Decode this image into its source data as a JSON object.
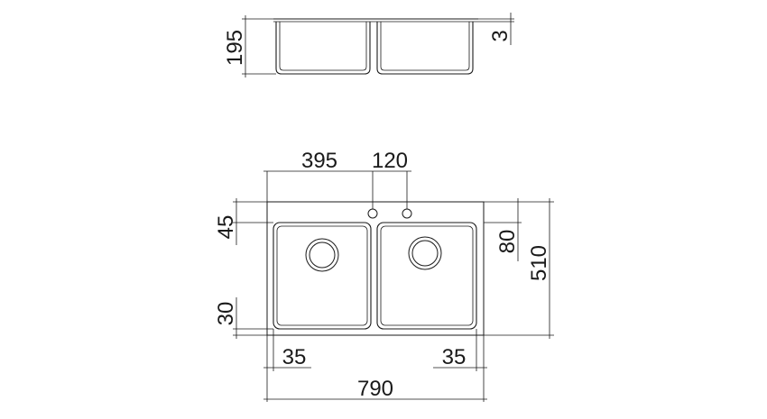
{
  "side_view": {
    "height_label": "195",
    "rim_label": "3"
  },
  "top_view": {
    "left_basin_width_label": "395",
    "tap_spacing_label": "120",
    "overall_width_label": "790",
    "left_margin_label": "35",
    "right_margin_label": "35",
    "overall_depth_label": "510",
    "back_offset_label": "80",
    "back_margin_label": "45",
    "front_margin_label": "30"
  }
}
